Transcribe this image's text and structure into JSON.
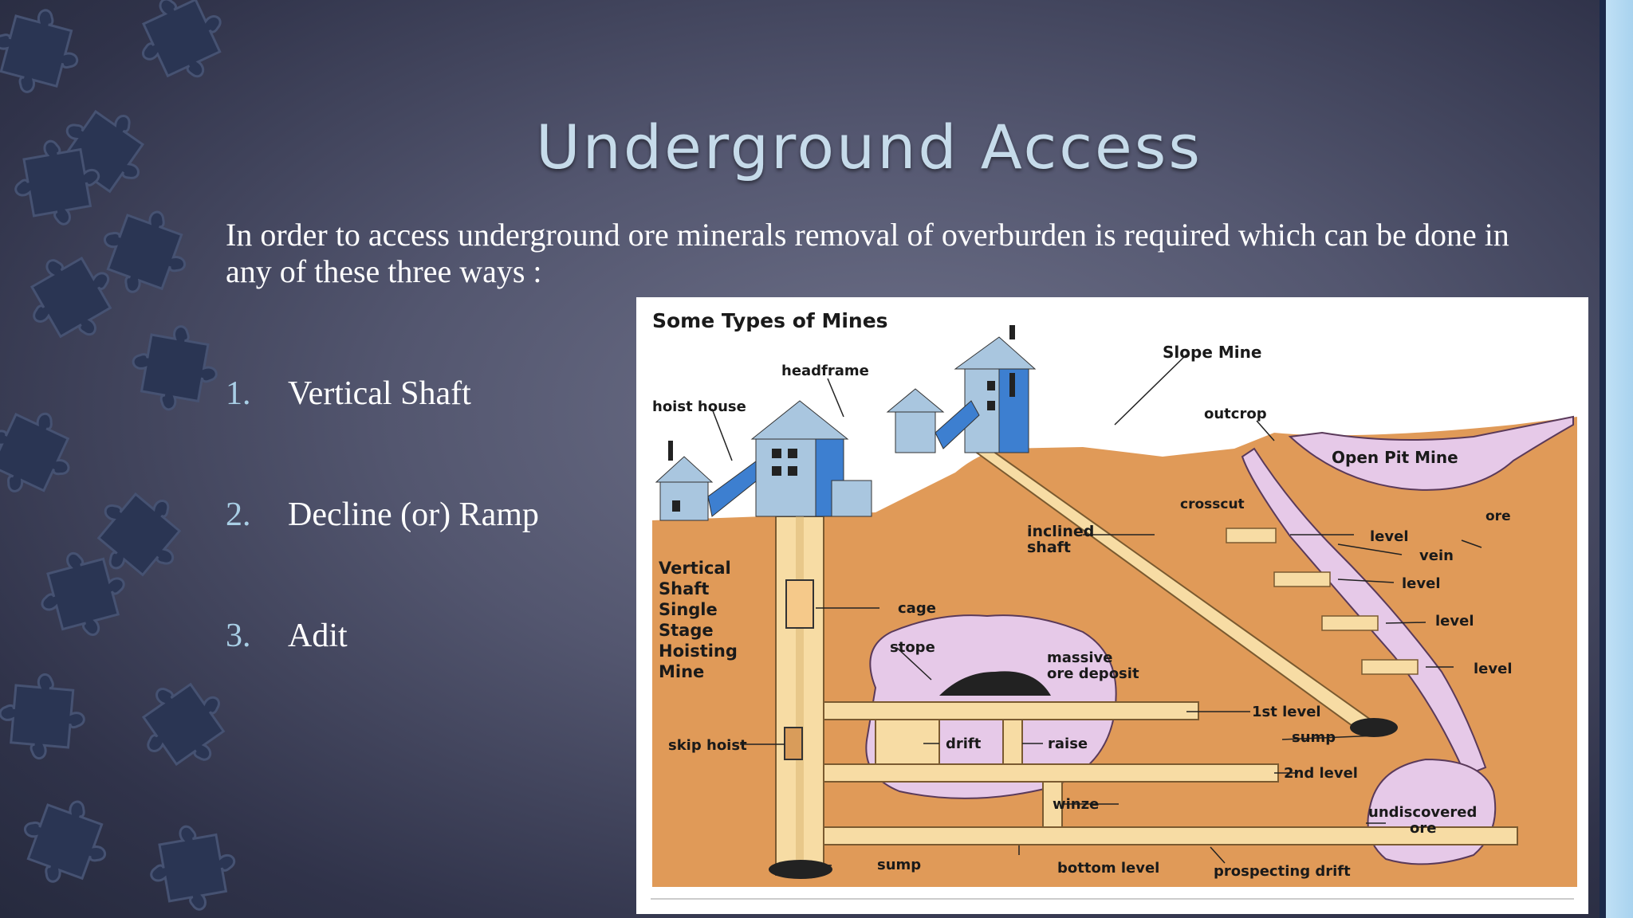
{
  "slide": {
    "title": "Underground Access",
    "intro": "In order to access underground ore minerals removal of overburden is required which can be done in any of these three ways :",
    "items": [
      {
        "num": "1.",
        "label": "Vertical Shaft"
      },
      {
        "num": "2.",
        "label": "Decline (or) Ramp"
      },
      {
        "num": "3.",
        "label": "Adit"
      }
    ]
  },
  "diagram": {
    "title": "Some Types of Mines",
    "labels": {
      "headframe": "headframe",
      "hoist_house": "hoist house",
      "slope_mine": "Slope Mine",
      "outcrop": "outcrop",
      "open_pit_mine": "Open Pit Mine",
      "ore": "ore",
      "crosscut": "crosscut",
      "inclined_shaft_1": "inclined",
      "inclined_shaft_2": "shaft",
      "vertical_shaft": [
        "Vertical",
        "Shaft",
        "Single",
        "Stage",
        "Hoisting",
        "Mine"
      ],
      "cage": "cage",
      "stope": "stope",
      "massive_ore_1": "massive",
      "massive_ore_2": "ore deposit",
      "level": "level",
      "vein": "vein",
      "first_level": "1st level",
      "sump": "sump",
      "second_level": "2nd level",
      "skip_hoist": "skip hoist",
      "drift": "drift",
      "raise": "raise",
      "winze": "winze",
      "undiscovered_1": "undiscovered",
      "undiscovered_2": "ore",
      "bottom_level": "bottom level",
      "prospecting_drift": "prospecting drift"
    },
    "colors": {
      "ground": "#e09a58",
      "ore": "#e6c9e8",
      "tunnel": "#f7dca4",
      "building_light": "#a9c6df",
      "building_dark": "#3d7fd0"
    }
  }
}
